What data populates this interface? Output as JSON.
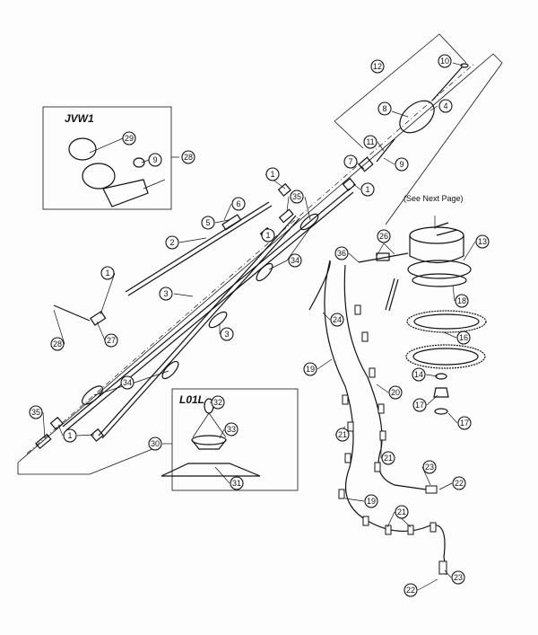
{
  "insets": {
    "jvw1_title": "JVW1",
    "l01l_title": "L01L"
  },
  "note": "(See Next Page)",
  "callouts": [
    "12",
    "10",
    "8",
    "4",
    "11",
    "9",
    "7",
    "1",
    "1",
    "6",
    "35",
    "5",
    "1",
    "2",
    "34",
    "1",
    "3",
    "28",
    "27",
    "3",
    "34",
    "35",
    "1",
    "29",
    "9",
    "28",
    "32",
    "33",
    "30",
    "31",
    "26",
    "36",
    "13",
    "18",
    "24",
    "16",
    "19",
    "20",
    "14",
    "17",
    "17",
    "21",
    "21",
    "23",
    "22",
    "19",
    "21",
    "23",
    "22"
  ]
}
